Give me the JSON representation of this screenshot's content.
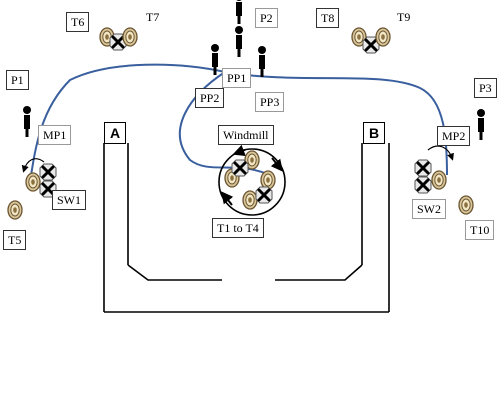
{
  "labels": {
    "t1": "T6",
    "t2": "T7",
    "p2": "P2",
    "t8": "T8",
    "t9": "T9",
    "p1": "P1",
    "p3": "P3",
    "pp1": "PP1",
    "pp2": "PP2",
    "pp3": "PP3",
    "mp1": "MP1",
    "mp2": "MP2",
    "sw1": "SW1",
    "sw2": "SW2",
    "t5": "T5",
    "t10": "T10",
    "windmill": "Windmill",
    "t1to4": "T1 to T4",
    "a": "A",
    "b": "B"
  },
  "colors": {
    "path": "#3a5f9e",
    "ring": "#b89b6a",
    "ring_inner": "#8a7040",
    "line": "#000000"
  },
  "icons": {
    "person": "person-icon",
    "target": "target-icon",
    "no_shoot": "no-shoot-icon"
  }
}
